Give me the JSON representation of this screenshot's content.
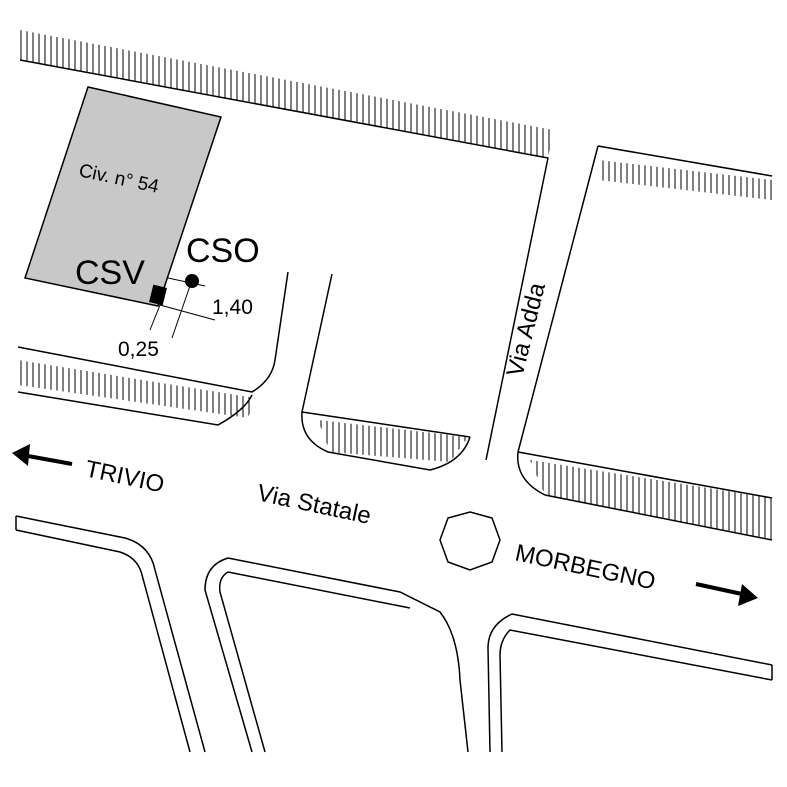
{
  "map": {
    "building_label": "Civ. n° 54",
    "marker_csv": "CSV",
    "marker_cso": "CSO",
    "dim_1": "1,40",
    "dim_2": "0,25",
    "street_adda": "Via Adda",
    "street_statale": "Via Statale",
    "direction_west": "TRIVIO",
    "direction_east": "MORBEGNO"
  },
  "colors": {
    "ink": "#000000",
    "building_fill": "#c8c8c8",
    "background": "#ffffff"
  },
  "icons": {
    "west_arrow": "arrow-left-icon",
    "east_arrow": "arrow-right-icon",
    "csv_marker": "square-marker-icon",
    "cso_marker": "dot-marker-icon",
    "roundabout": "roundabout-icon"
  }
}
